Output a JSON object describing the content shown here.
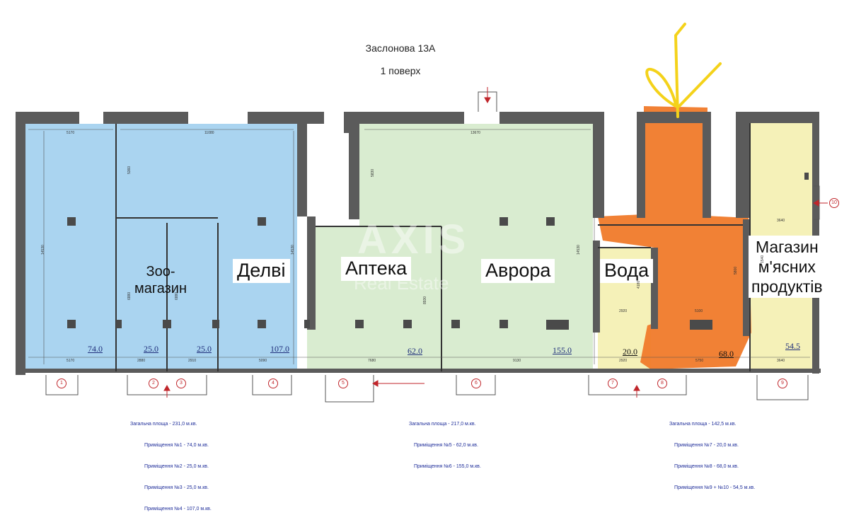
{
  "header": {
    "address": "Заслонова 13А",
    "floor": "1 поверх"
  },
  "rooms": [
    {
      "id": "zoo",
      "label": "Зоо-\nмагазин",
      "areas": [
        "25.0",
        "25.0"
      ]
    },
    {
      "id": "delvi",
      "label": "Делві",
      "areas": [
        "74.0",
        "107.0"
      ]
    },
    {
      "id": "apteka",
      "label": "Аптека",
      "area": "62.0"
    },
    {
      "id": "avrora",
      "label": "Аврора",
      "area": "155.0"
    },
    {
      "id": "voda",
      "label": "Вода",
      "area": "20.0"
    },
    {
      "id": "orange",
      "label": "",
      "area": "68.0"
    },
    {
      "id": "meat",
      "label": "Магазин\nм'ясних\nпродуктів",
      "area": "54.5"
    }
  ],
  "dimensions": {
    "top": [
      "5170",
      "11080",
      "13670",
      "3640"
    ],
    "bottom": [
      "5170",
      "2880",
      "2910",
      "5090",
      "7680",
      "9130",
      "2920",
      "5750",
      "3640"
    ],
    "inner": [
      "2920",
      "5100"
    ],
    "vertical": [
      "14530",
      "14530",
      "14530",
      "5360",
      "5830",
      "6880",
      "6880",
      "8930",
      "4180",
      "5800",
      "1540"
    ]
  },
  "markers": [
    "1",
    "2",
    "3",
    "4",
    "5",
    "6",
    "7",
    "8",
    "9",
    "10"
  ],
  "watermark": {
    "line1": "AXIS",
    "line2": "Real Estate"
  },
  "summaries": [
    {
      "lines": [
        "Загальна площа - 231,0 м.кв.",
        "Приміщення №1 - 74,0 м.кв.",
        "Приміщення №2 - 25,0 м.кв.",
        "Приміщення №3 - 25,0 м.кв.",
        "Приміщення №4 - 107,0 м.кв."
      ]
    },
    {
      "lines": [
        "Загальна площа - 217,0 м.кв.",
        "Приміщення №5 - 62,0 м.кв.",
        "Приміщення №6 - 155,0 м.кв."
      ]
    },
    {
      "lines": [
        "Загальна площа - 142,5 м.кв.",
        "Приміщення №7 - 20,0 м.кв.",
        "Приміщення №8 - 68,0 м.кв.",
        "Приміщення №9 + №10 - 54,5 м.кв."
      ]
    }
  ],
  "colors": {
    "blue_fill": "#aad4f0",
    "green_fill": "#d9ecd0",
    "yellow_fill": "#f5f1b8",
    "orange_fill": "#f07a2a",
    "wall": "#5b5b5b",
    "marker_red": "#c0262b",
    "area_text": "#1f2e7a",
    "summary_text": "#1f2e9a",
    "annotation_yellow": "#f4d21a"
  }
}
